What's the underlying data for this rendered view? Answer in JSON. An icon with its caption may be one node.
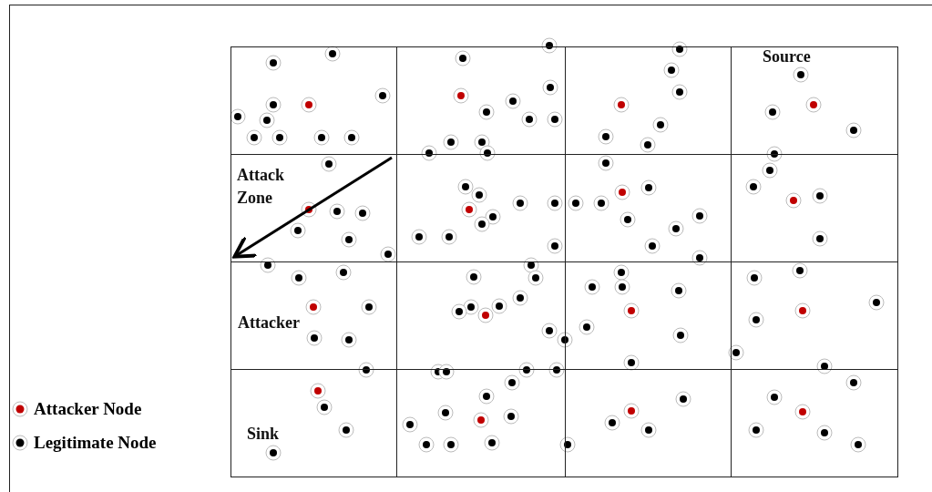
{
  "diagram": {
    "nodes": [
      {
        "text": [
          "Source"
        ]
      },
      {
        "text": [
          "Attack Zone"
        ]
      },
      {
        "text": [
          "Attacker"
        ]
      },
      {
        "text": [
          "Sink"
        ]
      }
    ],
    "edges": [],
    "legend": [
      {
        "text": "Attacker Node",
        "color": "#c00000"
      },
      {
        "text": "Legitimate Node",
        "color": "#000000"
      }
    ]
  }
}
